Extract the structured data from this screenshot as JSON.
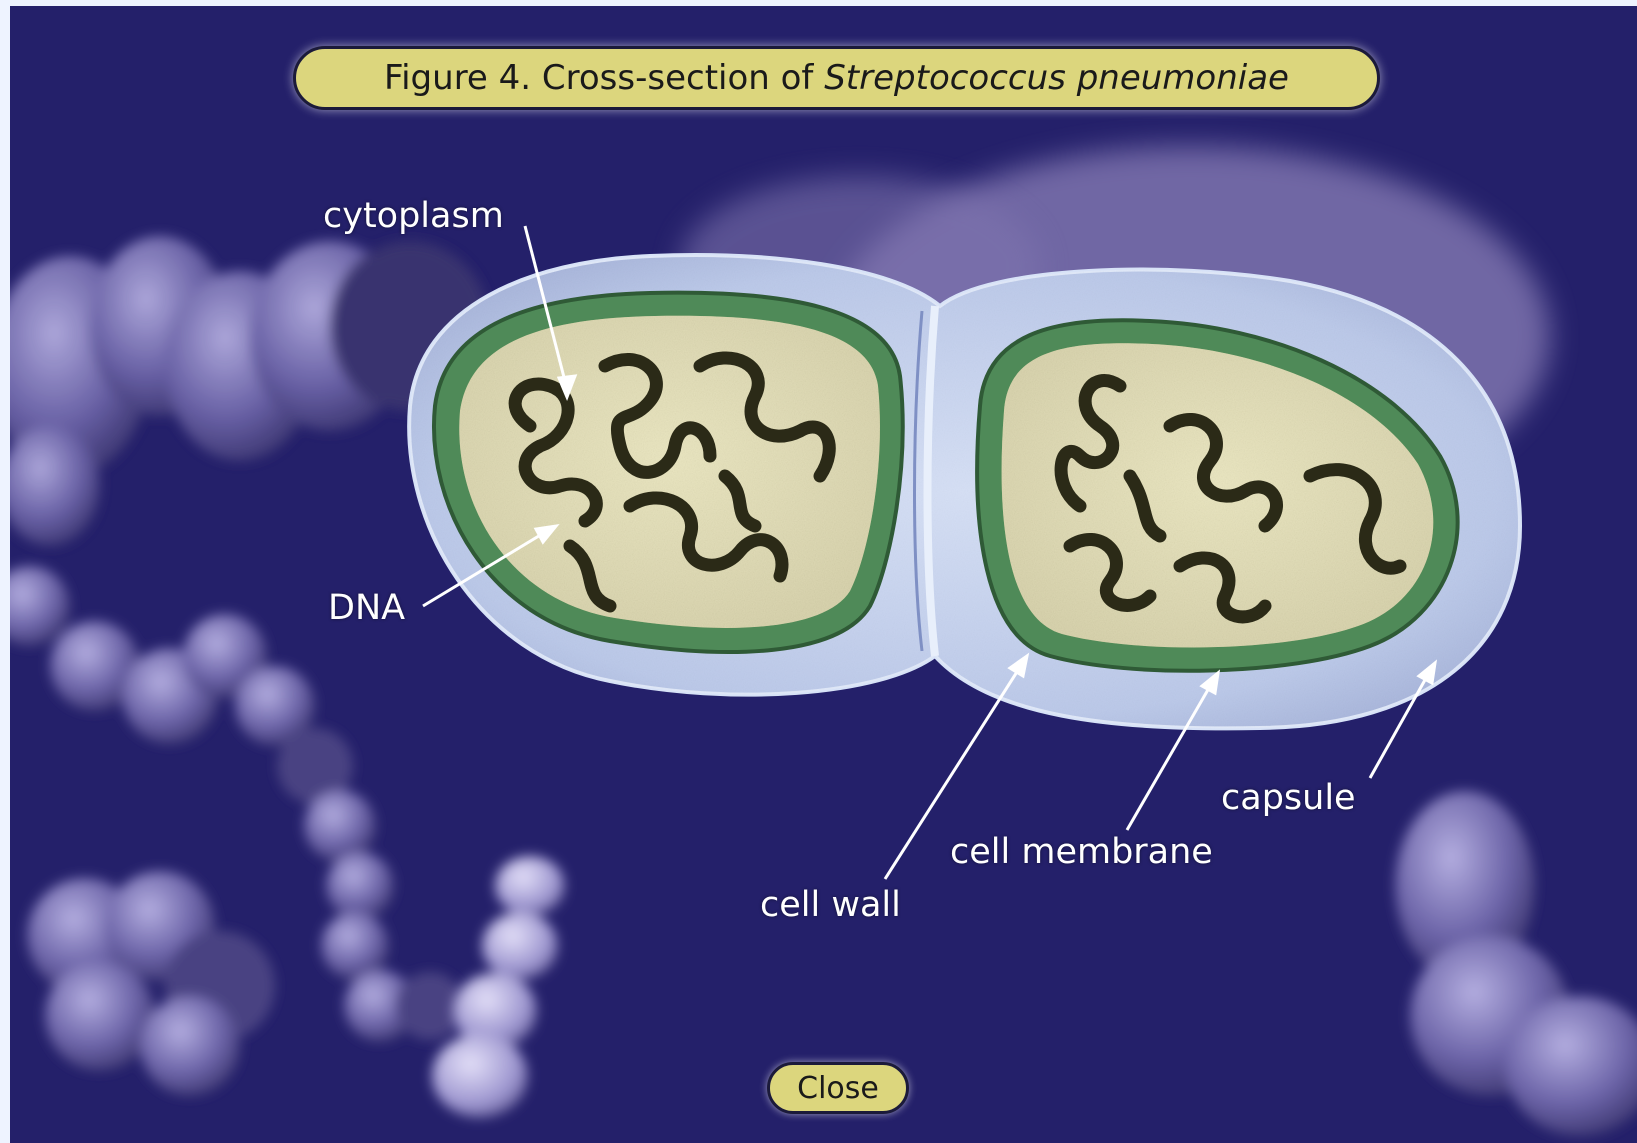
{
  "figure": {
    "title_prefix": "Figure 4. Cross-section of ",
    "title_species": "Streptococcus pneumoniae"
  },
  "labels": {
    "cytoplasm": "cytoplasm",
    "dna": "DNA",
    "cell_wall": "cell wall",
    "cell_membrane": "cell membrane",
    "capsule": "capsule"
  },
  "close_label": "Close",
  "colors": {
    "background": "#24206a",
    "title_pill": "#dcd67d",
    "capsule": "#a9bde6",
    "cell_membrane": "#4f8a58",
    "cytoplasm": "#c7bd6e",
    "dna": "#2b2a17",
    "label_text": "#ffffff"
  }
}
